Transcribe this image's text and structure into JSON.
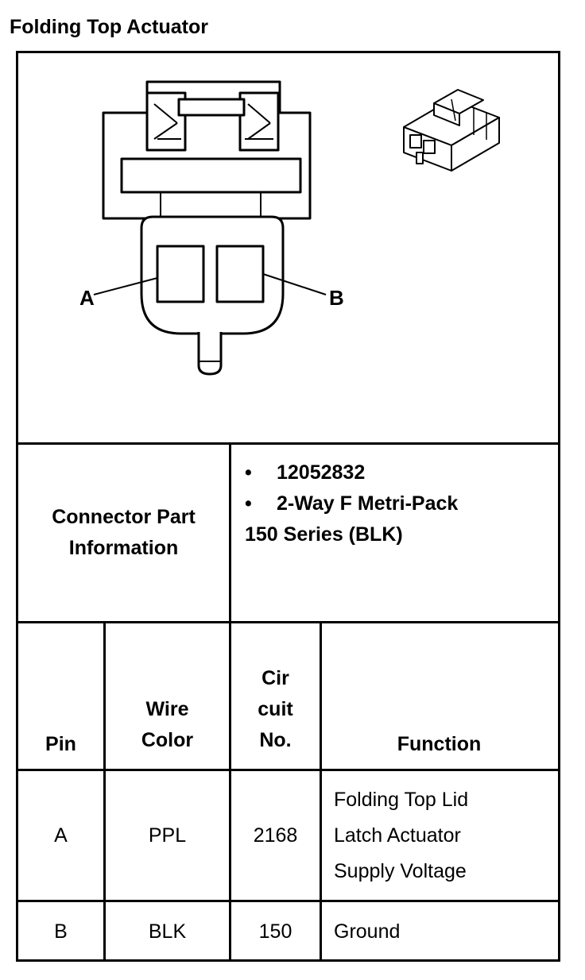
{
  "title": "Folding Top Actuator",
  "diagram": {
    "label_a": "A",
    "label_b": "B"
  },
  "connector_info": {
    "label": "Connector Part Information",
    "bullets": [
      "12052832",
      "2-Way F Metri-Pack"
    ],
    "continuation": "150 Series (BLK)",
    "bullet_symbol": "•"
  },
  "table": {
    "headers": {
      "pin": "Pin",
      "wire_color": "Wire Color",
      "circuit_no": "Cir cuit No.",
      "function": "Function"
    },
    "rows": [
      {
        "pin": "A",
        "wire_color": "PPL",
        "circuit": "2168",
        "function": [
          "Folding Top Lid",
          "Latch Actuator",
          "Supply Voltage"
        ]
      },
      {
        "pin": "B",
        "wire_color": "BLK",
        "circuit": "150",
        "function": [
          "Ground"
        ]
      }
    ]
  }
}
